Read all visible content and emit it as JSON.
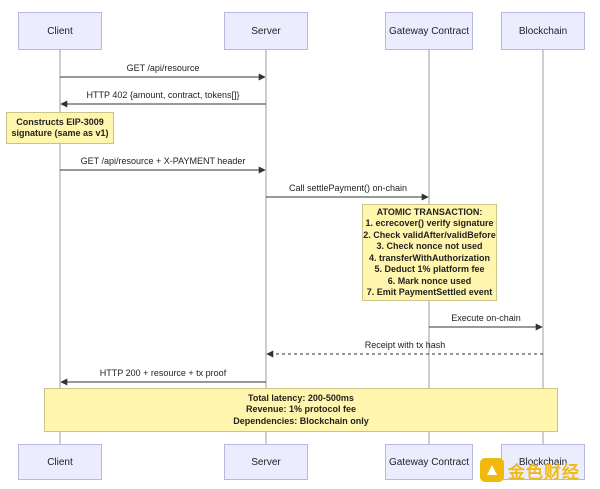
{
  "actors": [
    "Client",
    "Server",
    "Gateway Contract",
    "Blockchain"
  ],
  "messages": [
    "GET /api/resource",
    "HTTP 402 {amount, contract, tokens[]}",
    "GET /api/resource + X-PAYMENT header",
    "Call settlePayment() on-chain",
    "Execute on-chain",
    "Receipt with tx hash",
    "HTTP 200 + resource + tx proof"
  ],
  "notes": {
    "client_note": [
      "Constructs EIP-3009",
      "signature (same as v1)"
    ],
    "atomic": [
      "ATOMIC TRANSACTION:",
      "1. ecrecover() verify signature",
      "2. Check validAfter/validBefore",
      "3. Check nonce not used",
      "4. transferWithAuthorization",
      "5. Deduct 1% platform fee",
      "6. Mark nonce used",
      "7. Emit PaymentSettled event"
    ],
    "summary": [
      "Total latency: 200-500ms",
      "Revenue: 1% protocol fee",
      "Dependencies: Blockchain only"
    ]
  },
  "watermark": {
    "text": "金色财经"
  },
  "colors": {
    "actor_fill": "#ececff",
    "note_fill": "#fff5ad",
    "watermark": "#f0b90b"
  }
}
